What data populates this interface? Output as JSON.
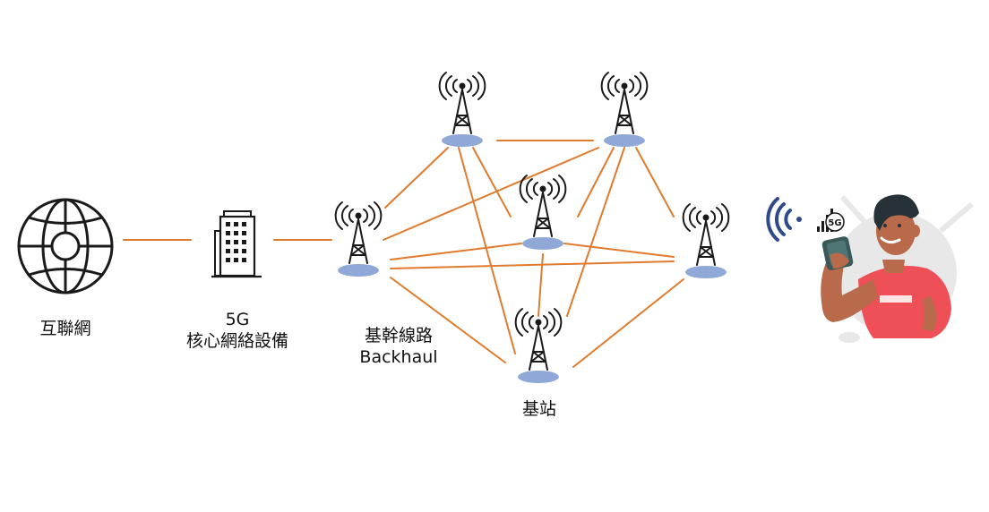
{
  "labels": {
    "internet": "互聯網",
    "core_line1": "5G",
    "core_line2": "核心網絡設備",
    "backhaul_line1": "基幹線路",
    "backhaul_line2": "Backhaul",
    "base_station": "基站"
  },
  "icons": {
    "internet": "globe-icon",
    "core": "building-icon",
    "tower": "cell-tower-icon",
    "user": "person-with-phone-illustration",
    "signal": "wifi-signal-icon",
    "badge": "5g-badge"
  },
  "phone_badge": "5G",
  "colors": {
    "link": "#e07b2e",
    "tower_base": "#8fa8d8",
    "ink": "#1a1a1a",
    "shirt": "#ef4f56",
    "skin": "#b86a4b",
    "hair": "#263238",
    "wifi": "#2f4a8a",
    "bg_circle": "#e8e8e8"
  }
}
